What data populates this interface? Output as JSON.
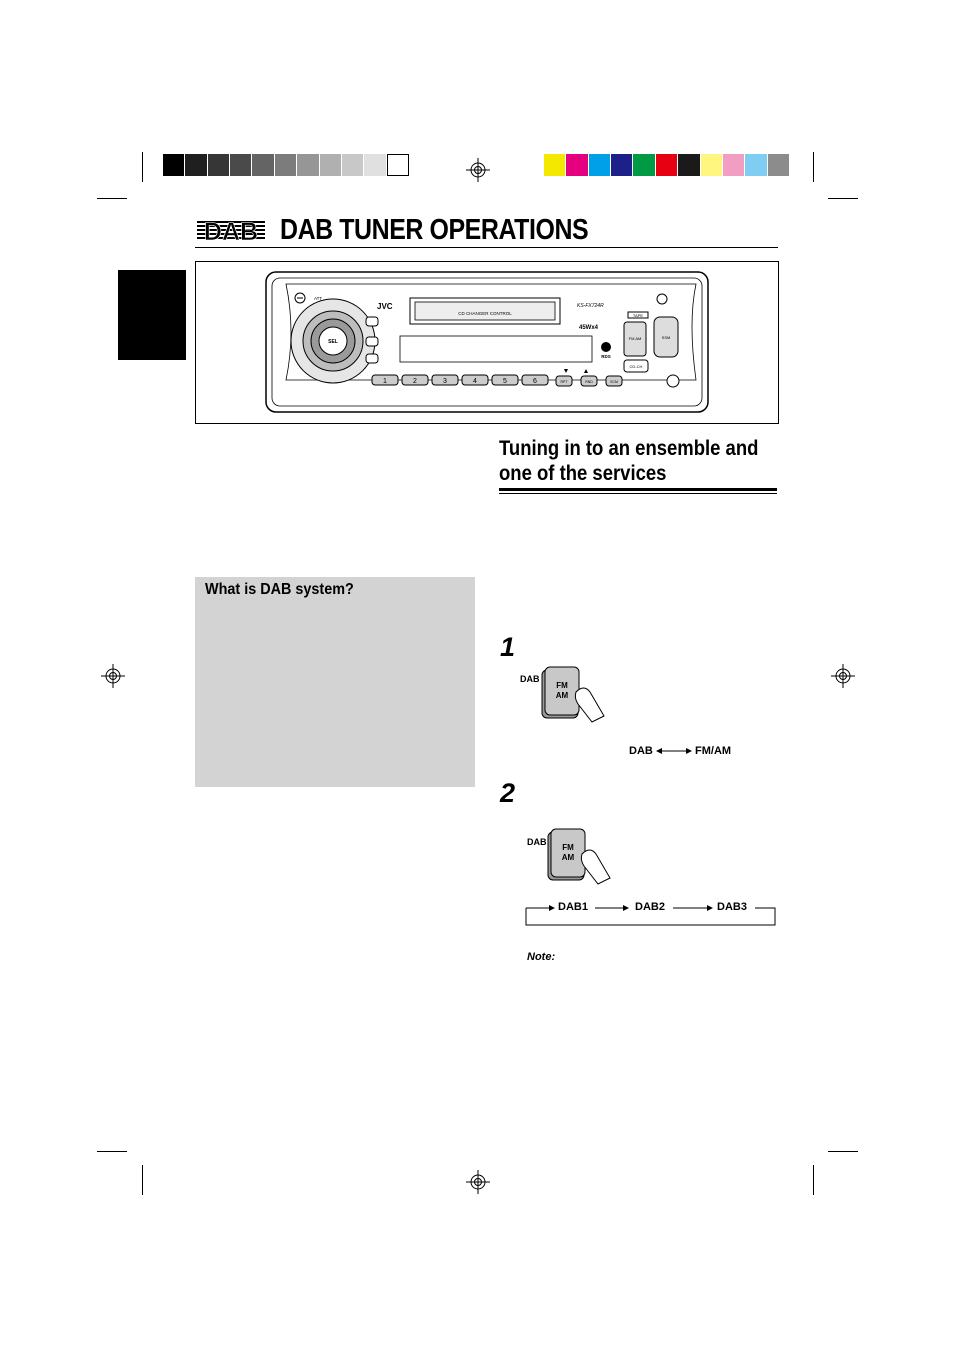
{
  "header": {
    "logo_text": "DAB",
    "title": "DAB TUNER OPERATIONS"
  },
  "calibration": {
    "grayscale": [
      "#000000",
      "#1f1f1f",
      "#363636",
      "#4a4a4a",
      "#646464",
      "#7c7c7c",
      "#969696",
      "#b0b0b0",
      "#c8c8c8",
      "#e0e0e0",
      "#ffffff"
    ],
    "colors": [
      "#f5e800",
      "#e4007f",
      "#00a0e9",
      "#1d2088",
      "#009944",
      "#e60012",
      "#1a1a1a",
      "#fff67f",
      "#f19ec2",
      "#7ecef4",
      "#8c8c8c"
    ]
  },
  "device": {
    "brand": "JVC",
    "model": "KS-FX724R",
    "power": "45Wx4",
    "cd_changer_label": "CD CHANGER CONTROL",
    "rds": "RDS",
    "sel": "SEL",
    "fm_am": "FM AM",
    "cd_ch": "CD-CH",
    "tape": "TAPE",
    "presets": [
      "1",
      "2",
      "3",
      "4",
      "5",
      "6"
    ],
    "small_buttons": [
      "RPT",
      "RND",
      "SCM"
    ],
    "ssm": "SSM",
    "att": "ATT"
  },
  "section": {
    "title": "Tuning in to an ensemble and one of the services"
  },
  "sidebar": {
    "heading": "What is DAB system?"
  },
  "steps": [
    {
      "number": "1",
      "button_label": "DAB",
      "fm_label": "FM",
      "am_label": "AM",
      "flow": {
        "left": "DAB",
        "right": "FM/AM"
      }
    },
    {
      "number": "2",
      "button_label": "DAB",
      "fm_label": "FM",
      "am_label": "AM",
      "flow": [
        "DAB1",
        "DAB2",
        "DAB3"
      ]
    }
  ],
  "note_label": "Note:"
}
